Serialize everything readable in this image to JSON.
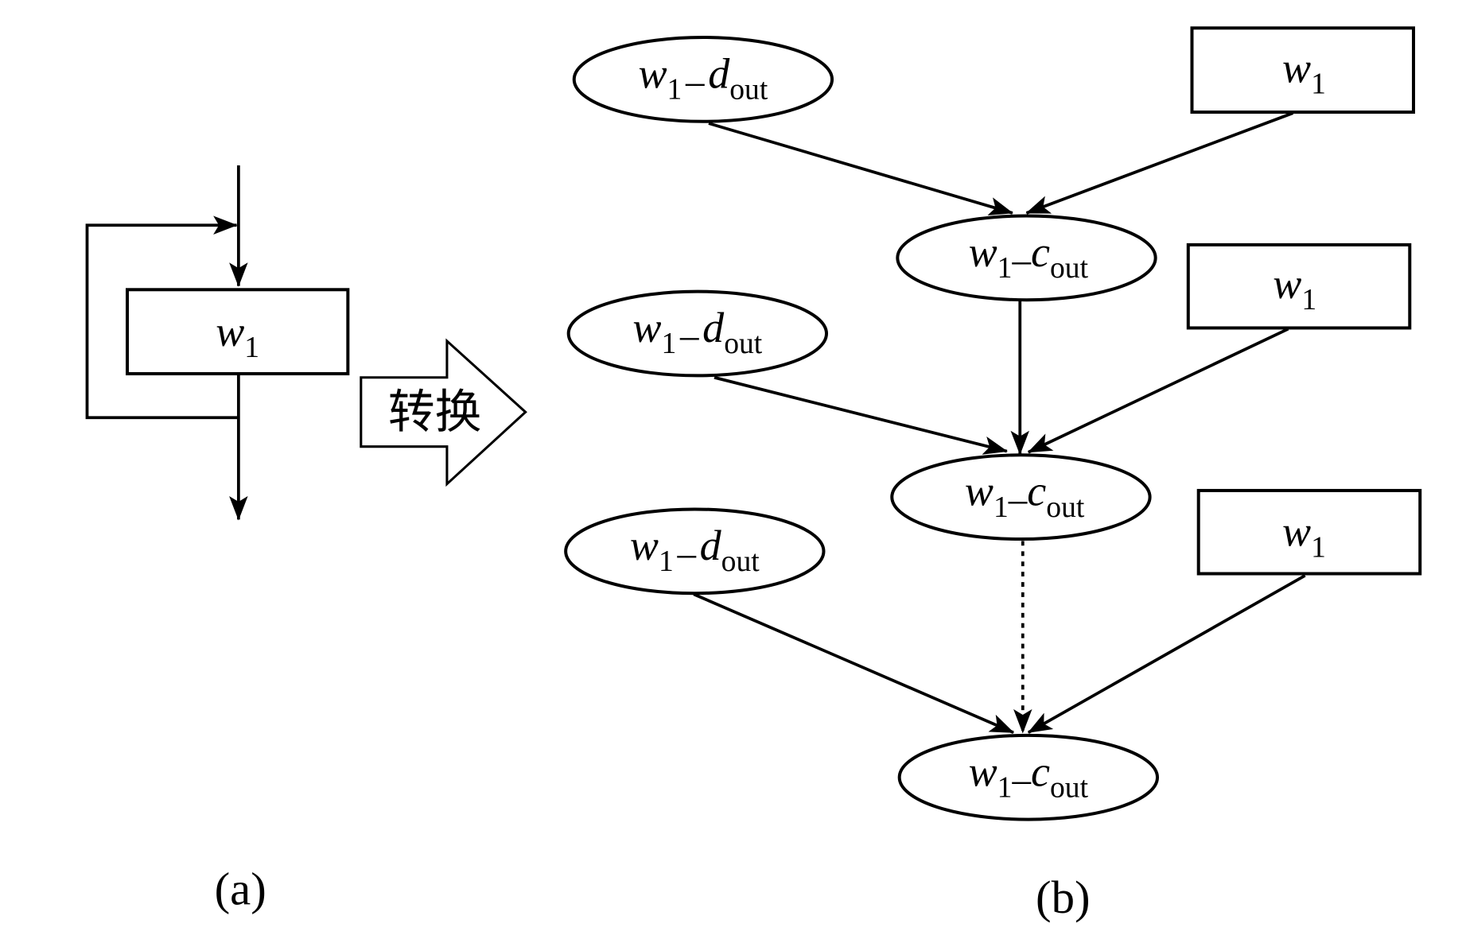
{
  "diagram": {
    "panel_a": {
      "caption": "(a)",
      "node": {
        "var": "w",
        "sub": "1"
      },
      "feedback_loop": true
    },
    "transform_arrow": {
      "label": "转换"
    },
    "panel_b": {
      "caption": "(b)",
      "ellipse_nodes": [
        {
          "id": "d1",
          "var": "w",
          "sub": "1",
          "sep": "–",
          "var2": "d",
          "sub2": "out"
        },
        {
          "id": "d2",
          "var": "w",
          "sub": "1",
          "sep": "–",
          "var2": "d",
          "sub2": "out"
        },
        {
          "id": "d3",
          "var": "w",
          "sub": "1",
          "sep": "–",
          "var2": "d",
          "sub2": "out"
        },
        {
          "id": "c1",
          "var": "w",
          "sub": "1",
          "sep": "–",
          "var2": "c",
          "sub2": "out"
        },
        {
          "id": "c2",
          "var": "w",
          "sub": "1",
          "sep": "–",
          "var2": "c",
          "sub2": "out"
        },
        {
          "id": "c3",
          "var": "w",
          "sub": "1",
          "sep": "–",
          "var2": "c",
          "sub2": "out"
        }
      ],
      "rect_nodes": [
        {
          "id": "r1",
          "var": "w",
          "sub": "1"
        },
        {
          "id": "r2",
          "var": "w",
          "sub": "1"
        },
        {
          "id": "r3",
          "var": "w",
          "sub": "1"
        }
      ],
      "edges": [
        {
          "from": "d1",
          "to": "c1",
          "style": "solid"
        },
        {
          "from": "r1",
          "to": "c1",
          "style": "solid"
        },
        {
          "from": "c1",
          "to": "c2",
          "style": "solid"
        },
        {
          "from": "d2",
          "to": "c2",
          "style": "solid"
        },
        {
          "from": "r2",
          "to": "c2",
          "style": "solid"
        },
        {
          "from": "c2",
          "to": "c3",
          "style": "dotted"
        },
        {
          "from": "d3",
          "to": "c3",
          "style": "solid"
        },
        {
          "from": "r3",
          "to": "c3",
          "style": "solid"
        }
      ]
    }
  }
}
